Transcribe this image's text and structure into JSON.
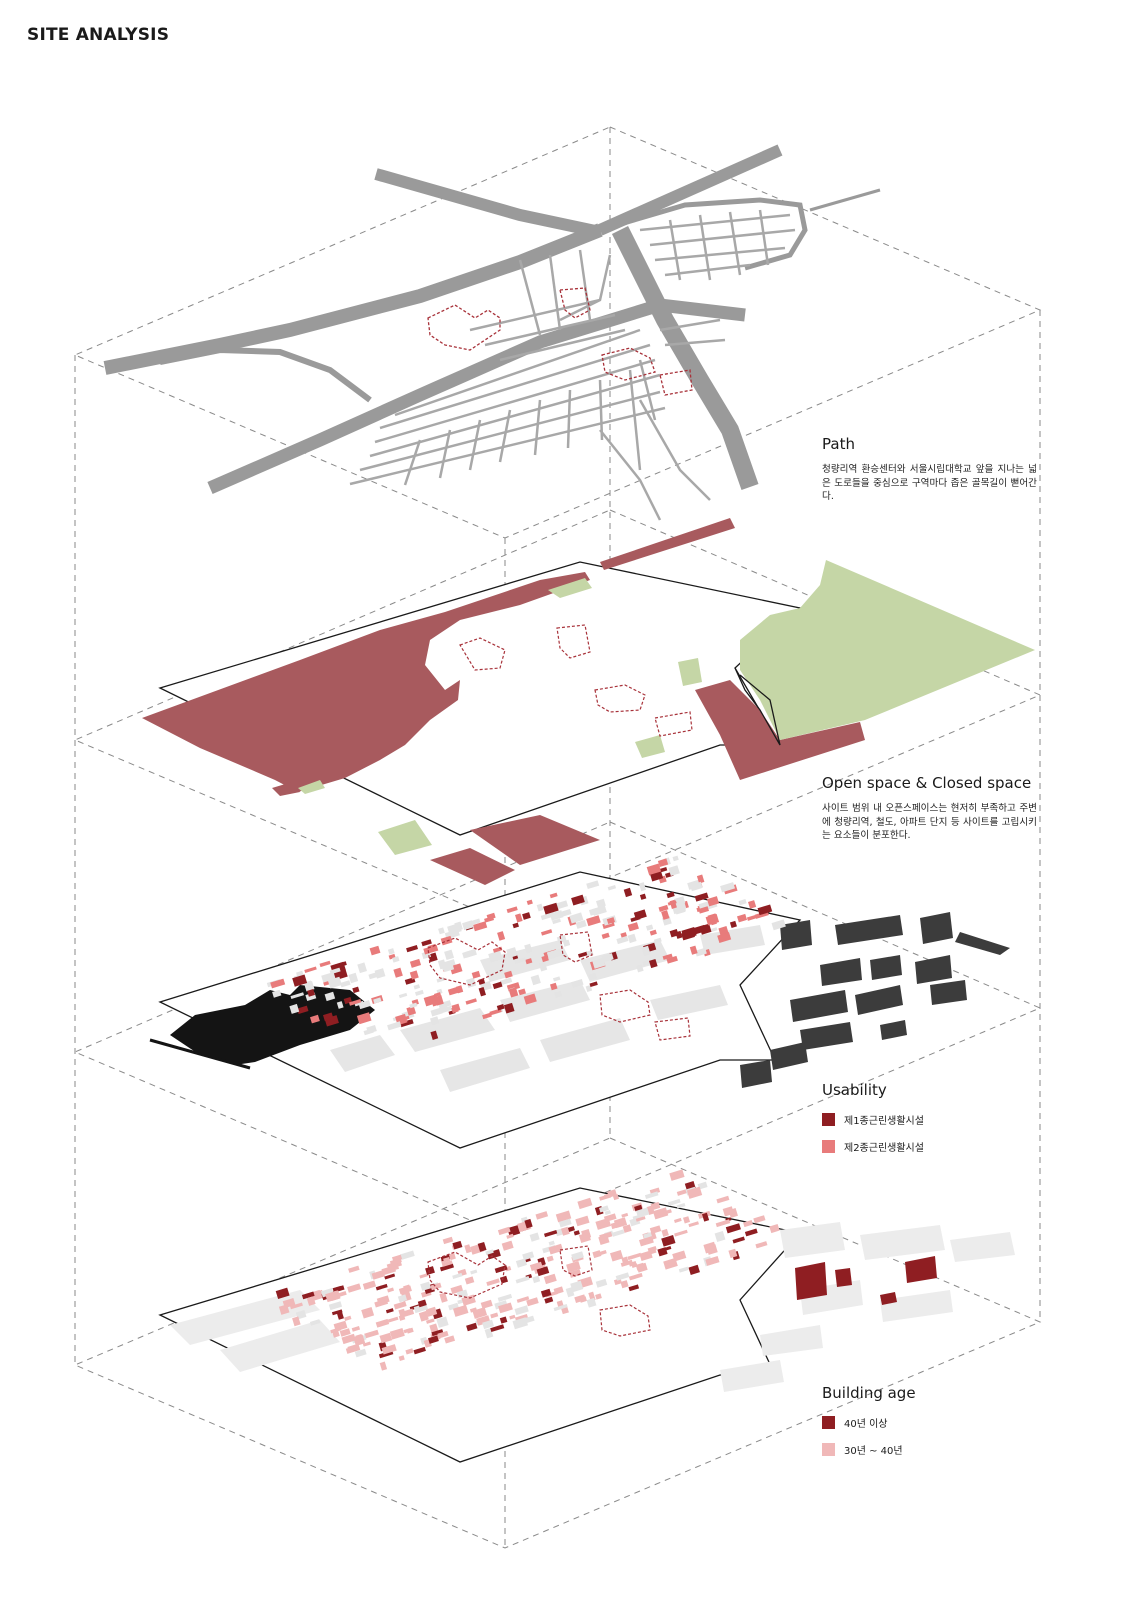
{
  "page_title": "SITE ANALYSIS",
  "colors": {
    "road": "#9a9a9a",
    "closed": "#a85a5e",
    "open": "#c5d6a6",
    "dark_red": "#8f1e22",
    "salmon": "#e87b7b",
    "pink": "#f0b8b8",
    "black": "#141414",
    "grey_building": "#e4e4e4"
  },
  "layers": [
    {
      "title": "Path",
      "description": "청량리역 환승센터와 서울시립대학교 앞을 지나는 넓은 도로들을 중심으로 구역마다 좁은 골목길이 뻗어간다."
    },
    {
      "title": "Open space & Closed space",
      "description": "사이트 범위 내 오픈스페이스는 현저히 부족하고 주변에 청량리역, 철도, 아파트 단지 등 사이트를 고립시키는 요소들이 분포한다."
    },
    {
      "title": "Usability",
      "legend": [
        {
          "label": "제1종근린생활시설",
          "color": "#8f1e22"
        },
        {
          "label": "제2종근린생활시설",
          "color": "#e87b7b"
        }
      ]
    },
    {
      "title": "Building age",
      "legend": [
        {
          "label": "40년 이상",
          "color": "#8f1e22"
        },
        {
          "label": "30년 ~ 40년",
          "color": "#f0b8b8"
        }
      ]
    }
  ]
}
